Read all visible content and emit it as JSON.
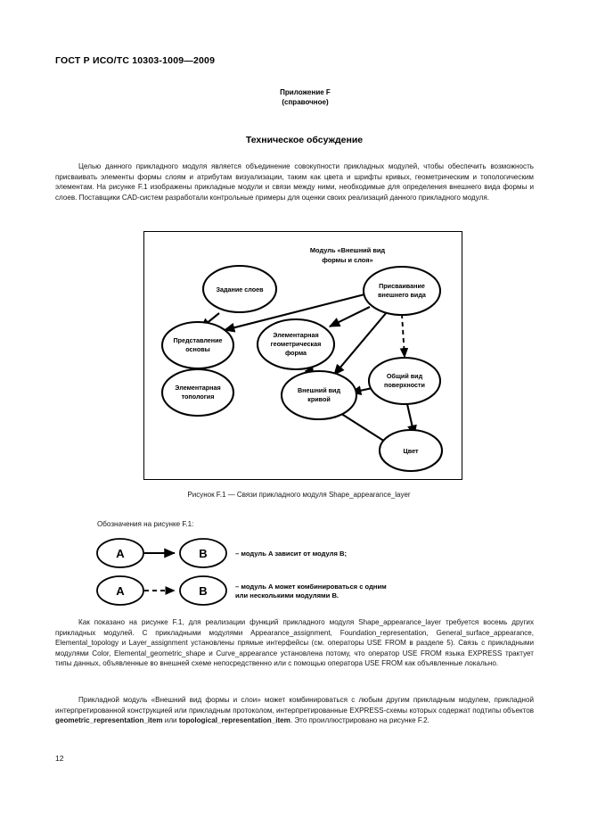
{
  "document": {
    "standard_header": "ГОСТ Р ИСО/ТС 10303-1009—2009",
    "annex_line1": "Приложение F",
    "annex_line2": "(справочное)",
    "section_title": "Техническое обсуждение",
    "page_number": "12"
  },
  "paragraphs": {
    "intro": "Целью данного прикладного модуля является объединение совокупности прикладных модулей, чтобы обеспечить возможность присваивать элементы формы слоям и атрибутам визуализации, таким как цвета и шрифты кривых, геометрическим и топологическим элементам. На рисунке F.1 изображены прикладные модули и связи между ними, необходимые для определения внешнего вида формы и слоев. Поставщики CAD-систем разработали контрольные примеры для оценки своих реализаций данного прикладного модуля.",
    "tail1_part1": "Как показано на рисунке F.1, для реализации функций прикладного модуля Shape_appearance_layer требуется восемь других прикладных модулей. С прикладными модулями Appearance_assignment, Foundation_representation, General_surface_appearance, Elemental_topology и Layer_assignment установлены прямые интерфейсы (см. операторы USE FROM в разделе 5). Связь с прикладными модулями Color, Elemental_geometric_shape и Curve_appearance установлена потому, что оператор USE FROM языка EXPRESS трактует типы данных, объявленные во внешней схеме непосредственно или с помощью оператора USE FROM как объявленные локально.",
    "tail2_lead": "Прикладной модуль «Внешний вид формы и слои» может комбинироваться с любым другим прикладным модулем, прикладной интерпретированной конструкцией или прикладным протоколом, интерпретированные EXPRESS-схемы которых содержат подтипы объектов ",
    "tail2_bold1": "geometric_representation_item",
    "tail2_mid": " или ",
    "tail2_bold2": "topological_representation_item",
    "tail2_end": ". Это проиллюстрировано на рисунке F.2."
  },
  "figure": {
    "caption": "Рисунок F.1 — Связи прикладного модуля Shape_appearance_layer",
    "diagram_title_line1": "Модуль «Внешний вид",
    "diagram_title_line2": "формы и слоя»",
    "nodes": [
      {
        "id": "layer_assignment",
        "line1": "Задание слоев",
        "line2": ""
      },
      {
        "id": "foundation_representation",
        "line1": "Представление",
        "line2": "основы"
      },
      {
        "id": "elemental_topology",
        "line1": "Элементарная",
        "line2": "топология"
      },
      {
        "id": "elemental_geometric_shape",
        "line1": "Элементарная",
        "line2": "геометрическая",
        "line3": "форма"
      },
      {
        "id": "appearance_assignment",
        "line1": "Присваивание",
        "line2": "внешнего вида"
      },
      {
        "id": "curve_appearance",
        "line1": "Внешний вид",
        "line2": "кривой"
      },
      {
        "id": "general_surface_appearance",
        "line1": "Общий вид",
        "line2": "поверхности"
      },
      {
        "id": "color",
        "line1": "Цвет",
        "line2": ""
      }
    ]
  },
  "legend": {
    "heading": "Обозначения на рисунке F.1:",
    "entries": [
      {
        "from": "A",
        "to": "B",
        "arrow_style": "solid",
        "description_line1": "– модуль A зависит от модуля B;",
        "description_line2": ""
      },
      {
        "from": "A",
        "to": "B",
        "arrow_style": "dashed",
        "description_line1": "– модуль A может комбинироваться с одним",
        "description_line2": "или несколькими модулями B."
      }
    ]
  },
  "colors": {
    "ink": "#000000",
    "paper": "#ffffff",
    "body_text": "#151515"
  }
}
